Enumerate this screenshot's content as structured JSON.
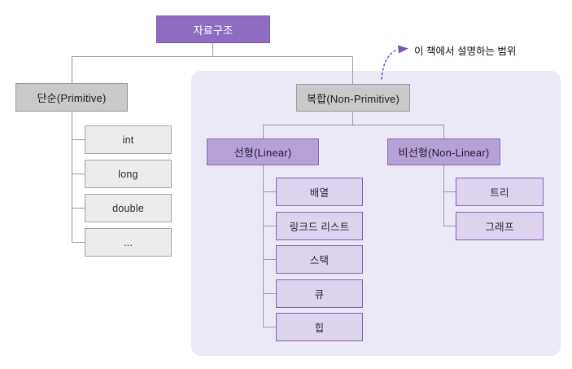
{
  "diagram": {
    "root_label": "자료구조",
    "annotation_label": "이 책에서 설명하는 범위",
    "primitive": {
      "label": "단순(Primitive)",
      "children": [
        "int",
        "long",
        "double",
        "..."
      ]
    },
    "non_primitive": {
      "label": "복합(Non-Primitive)"
    },
    "linear": {
      "label": "선형(Linear)",
      "children": [
        "배열",
        "링크드 리스트",
        "스택",
        "큐",
        "힙"
      ]
    },
    "non_linear": {
      "label": "비선형(Non-Linear)",
      "children": [
        "트리",
        "그래프"
      ]
    },
    "colors": {
      "root_fill": "#8e6cc2",
      "root_border": "#7a57b0",
      "gray_fill": "#c9c9c9",
      "gray_border": "#999999",
      "light_gray_fill": "#ececec",
      "light_gray_border": "#a5a5a5",
      "purple_fill": "#b5a1d8",
      "purple_border": "#8767bb",
      "light_purple_fill": "#ddd3ed",
      "light_purple_border": "#8266ba",
      "region_background": "#ece9f6",
      "connector": "#9a9a9a",
      "arrow": "#7b55b5",
      "root_text": "#ffffff",
      "annotation_text": "#111111"
    }
  }
}
